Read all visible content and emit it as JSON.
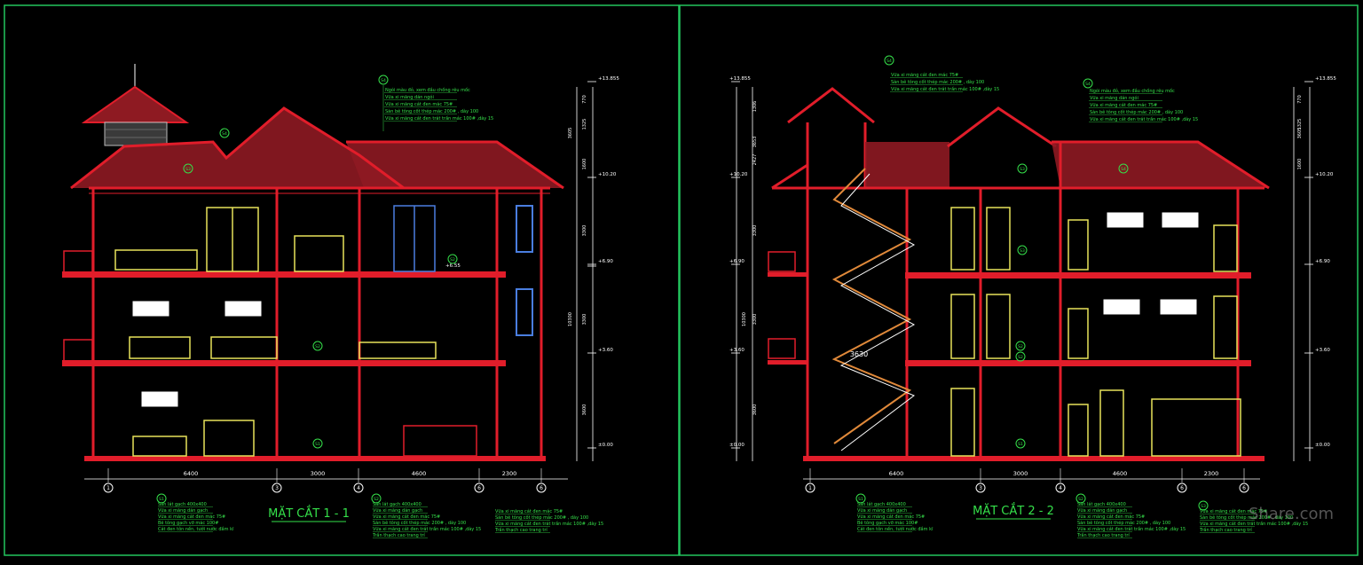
{
  "colors": {
    "background": "#000000",
    "frame": "#22c55e",
    "structure": "#e11d2a",
    "roof_tile": "#b0202a",
    "furniture": "#e7e35a",
    "dimension": "#ffffff",
    "annotation": "#35e04a",
    "stair_rail": "#e0893a",
    "window_blue": "#4a7ee0",
    "white": "#ffffff"
  },
  "watermark": "Share.com",
  "sections": [
    {
      "id": "section-1-1",
      "title": "MẶT CẮT 1 - 1",
      "levels": [
        "+13.855",
        "+10.20",
        "+6.55",
        "+6.90",
        "+3.60",
        "±0.00"
      ],
      "height_dims": [
        "770",
        "1325",
        "1600",
        "3300",
        "3300",
        "3600",
        "10300",
        "3605"
      ],
      "grid_labels": [
        "1",
        "3",
        "4",
        "6",
        "6"
      ],
      "bay_dims": [
        "6400",
        "3000",
        "4600",
        "2300"
      ],
      "roof_note_tag": "S4",
      "roof_notes": [
        "Ngói màu đỏ, xem đầu chống rêu mốc",
        "Vữa xi măng dán ngói",
        "Vữa xi măng cát đen mác 75#",
        "Sàn bê tông cốt thép mác 200# , dày 100",
        "Vữa xi măng cát đen trát trần mác 100# ,dày 15"
      ],
      "tags": [
        "S4",
        "S3",
        "S2",
        "S2",
        "S1"
      ],
      "bottom_notes": [
        {
          "tag": "S1",
          "lines": [
            "Sàn lát gạch 400x400",
            "Vữa xi măng dán gạch",
            "Vữa xi măng cát đen mác 75#",
            "Bê tông gạch vỡ mác 100#",
            "Cát đen tôn nền, tưới nước đầm kĩ"
          ]
        },
        {
          "tag": "S2",
          "lines": [
            "Sàn lát gạch 400x400",
            "Vữa xi măng dán gạch",
            "Vữa xi măng cát đen mác 75#",
            "Sàn bê tông cốt thép mác 200# , dày 100",
            "Vữa xi măng cát đen trát trần mác 100# ,dày 15",
            "Trần thạch cao trang trí"
          ]
        },
        {
          "tag": "",
          "lines": [
            "Vữa xi măng cát đen mác 75#",
            "Sàn bê tông cốt thép mác 200# , dày 100",
            "Vữa xi măng cát đen trát trần mác 100# ,dày 15",
            "Trần thạch cao trang trí"
          ]
        }
      ]
    },
    {
      "id": "section-2-2",
      "title": "MẶT CẮT 2 - 2",
      "levels": [
        "+13.855",
        "+10.20",
        "+6.90",
        "+3.60",
        "±0.00"
      ],
      "height_dims": [
        "1306",
        "3653",
        "2427",
        "3300",
        "3300",
        "3600",
        "10300",
        "770",
        "1325",
        "1600",
        "3605"
      ],
      "grid_labels": [
        "1",
        "3",
        "4",
        "6",
        "6"
      ],
      "bay_dims": [
        "6400",
        "3000",
        "4600",
        "2300"
      ],
      "stair_dim": "3630",
      "top_note_tag": "S4",
      "top_notes": [
        "Vữa xi măng cát đen mác 75#",
        "Sàn bê tông cốt thép mác 200# , dày 100",
        "Vữa xi măng cát đen trát trần mác 100# ,dày 15"
      ],
      "roof_note_tag": "S4",
      "roof_notes": [
        "Ngói màu đỏ, xem đầu chống rêu mốc",
        "Vữa xi măng dán ngói",
        "Vữa xi măng cát đen mác 75#",
        "Sàn bê tông cốt thép mác 200# , dày 100",
        "Vữa xi măng cát đen trát trần mác 100# ,dày 15"
      ],
      "tags": [
        "S3",
        "S4",
        "S3",
        "S2",
        "S2",
        "S1"
      ],
      "bottom_notes": [
        {
          "tag": "S1",
          "lines": [
            "Sàn lát gạch 400x400",
            "Vữa xi măng dán gạch",
            "Vữa xi măng cát đen mác 75#",
            "Bê tông gạch vỡ mác 100#",
            "Cát đen tôn nền, tưới nước đầm kĩ"
          ]
        },
        {
          "tag": "S2",
          "lines": [
            "Sàn lát gạch 400x400",
            "Vữa xi măng dán gạch",
            "Vữa xi măng cát đen mác 75#",
            "Sàn bê tông cốt thép mác 200# , dày 100",
            "Vữa xi măng cát đen trát trần mác 100# ,dày 15",
            "Trần thạch cao trang trí"
          ]
        },
        {
          "tag": "S3",
          "lines": [
            "Vữa xi măng cát đen mác 75#",
            "Sàn bê tông cốt thép mác 200# , dày 100",
            "Vữa xi măng cát đen trát trần mác 100# ,dày 15",
            "Trần thạch cao trang trí"
          ]
        }
      ]
    }
  ]
}
